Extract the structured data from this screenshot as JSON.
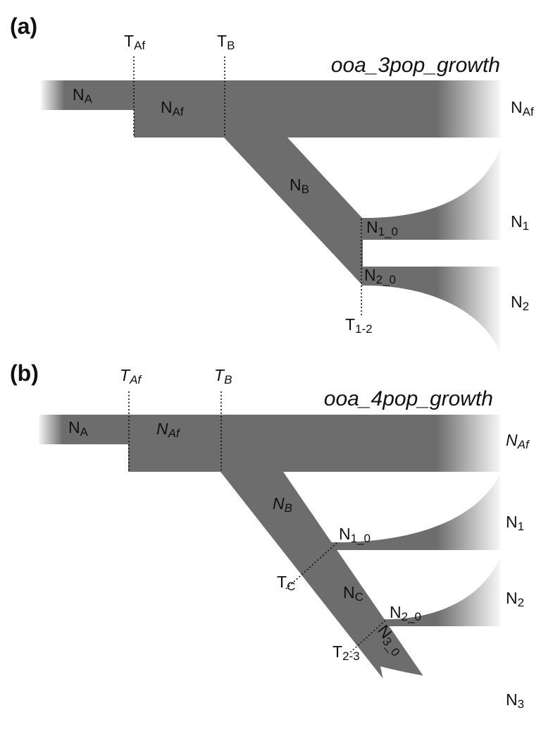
{
  "panel_a": {
    "panel_label": "(a)",
    "model_name": "ooa_3pop_growth",
    "labels": {
      "t_af": {
        "main": "T",
        "sub": "Af"
      },
      "t_b": {
        "main": "T",
        "sub": "B"
      },
      "n_a": {
        "main": "N",
        "sub": "A"
      },
      "n_af": {
        "main": "N",
        "sub": "Af"
      },
      "n_af_right": {
        "main": "N",
        "sub": "Af"
      },
      "n_b": {
        "main": "N",
        "sub": "B"
      },
      "n1_0": {
        "main": "N",
        "sub": "1_0"
      },
      "n2_0": {
        "main": "N",
        "sub": "2_0"
      },
      "n1": {
        "main": "N",
        "sub": "1"
      },
      "n2": {
        "main": "N",
        "sub": "2"
      },
      "t_1_2": {
        "main": "T",
        "sub": "1-2"
      }
    }
  },
  "panel_b": {
    "panel_label": "(b)",
    "model_name": "ooa_4pop_growth",
    "labels": {
      "t_af": {
        "main": "T",
        "sub": "Af"
      },
      "t_b": {
        "main": "T",
        "sub": "B"
      },
      "n_a": {
        "main": "N",
        "sub": "A"
      },
      "n_af": {
        "main": "N",
        "sub": "Af"
      },
      "n_af_right": {
        "main": "N",
        "sub": "Af"
      },
      "n_b": {
        "main": "N",
        "sub": "B"
      },
      "n1_0": {
        "main": "N",
        "sub": "1_0"
      },
      "t_c": {
        "main": "T",
        "sub": "C"
      },
      "n_c": {
        "main": "N",
        "sub": "C"
      },
      "n2_0": {
        "main": "N",
        "sub": "2_0"
      },
      "t_2_3": {
        "main": "T",
        "sub": "2-3"
      },
      "n3_0": {
        "main": "N",
        "sub": "3_0"
      },
      "n1": {
        "main": "N",
        "sub": "1"
      },
      "n2": {
        "main": "N",
        "sub": "2"
      },
      "n3": {
        "main": "N",
        "sub": "3"
      }
    }
  },
  "colors": {
    "band": "#6d6d6d",
    "background": "#ffffff",
    "text": "#111111"
  }
}
